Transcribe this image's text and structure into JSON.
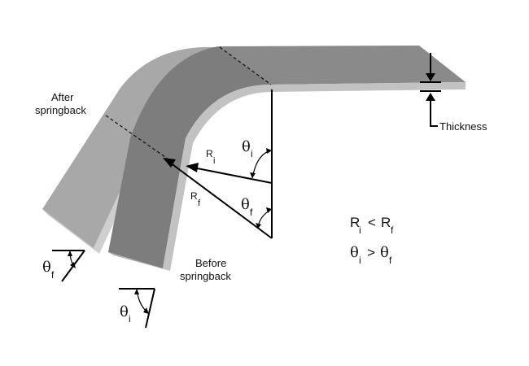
{
  "labels": {
    "after_springback": [
      "After",
      "springback"
    ],
    "before_springback": [
      "Before",
      "springback"
    ],
    "thickness": "Thickness"
  },
  "symbols": {
    "theta": "θ",
    "R": "R",
    "sub_i": "i",
    "sub_f": "f",
    "less_than": "<",
    "greater_than": ">"
  }
}
